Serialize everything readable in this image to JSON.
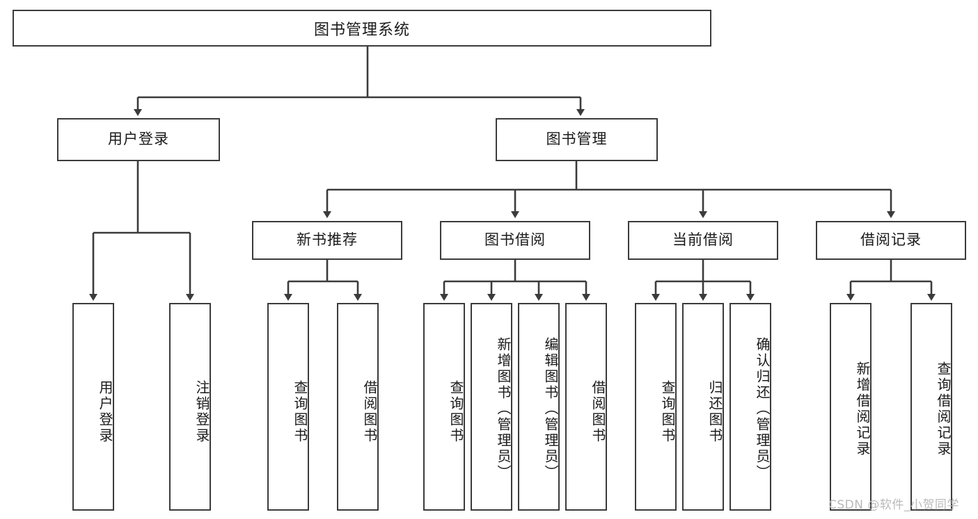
{
  "diagram": {
    "title": "图书管理系统",
    "type": "tree-hierarchy",
    "root": {
      "label": "图书管理系统"
    },
    "level2": [
      {
        "label": "用户登录"
      },
      {
        "label": "图书管理"
      }
    ],
    "level3": [
      {
        "label": "新书推荐"
      },
      {
        "label": "图书借阅"
      },
      {
        "label": "当前借阅"
      },
      {
        "label": "借阅记录"
      }
    ],
    "leaves_user_login": [
      {
        "label": "用户登录"
      },
      {
        "label": "注销登录"
      }
    ],
    "leaves_new_book": [
      {
        "label": "查询图书"
      },
      {
        "label": "借阅图书"
      }
    ],
    "leaves_borrow": [
      {
        "label": "查询图书"
      },
      {
        "label": "新增图书（管理员）"
      },
      {
        "label": "编辑图书（管理员）"
      },
      {
        "label": "借阅图书"
      }
    ],
    "leaves_current": [
      {
        "label": "查询图书"
      },
      {
        "label": "归还图书"
      },
      {
        "label": "确认归还（管理员）"
      }
    ],
    "leaves_records": [
      {
        "label": "新增借阅记录"
      },
      {
        "label": "查询借阅记录"
      }
    ]
  },
  "watermark": {
    "text": "CSDN @软件_小贺同学"
  },
  "colors": {
    "stroke": "#3b3b3b",
    "box_fill": "#ffffff",
    "text": "#1a1a1a",
    "watermark": "#b9b9b9",
    "background": "#ffffff"
  }
}
